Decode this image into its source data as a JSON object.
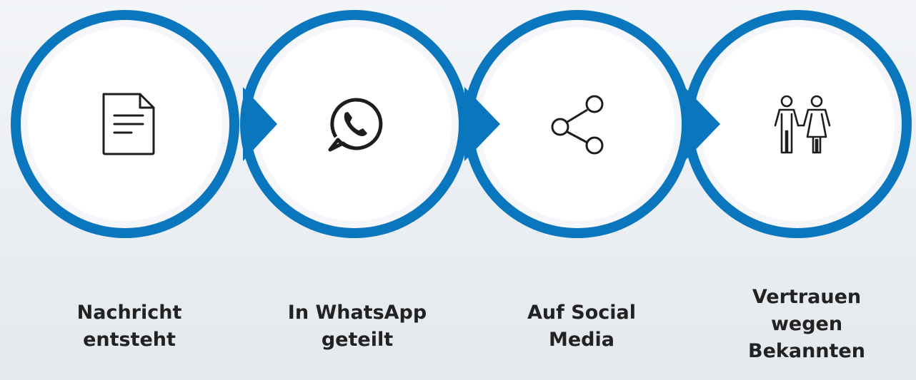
{
  "accent_color": "#0a76bd",
  "steps": [
    {
      "icon": "document-icon",
      "line1": "Nachricht",
      "line2": "entsteht"
    },
    {
      "icon": "whatsapp-icon",
      "line1": "In WhatsApp",
      "line2": "geteilt"
    },
    {
      "icon": "share-icon",
      "line1": "Auf Social",
      "line2": "Media"
    },
    {
      "icon": "couple-icon",
      "line1": "Vertrauen",
      "line2": "wegen",
      "line3": "Bekannten"
    }
  ]
}
